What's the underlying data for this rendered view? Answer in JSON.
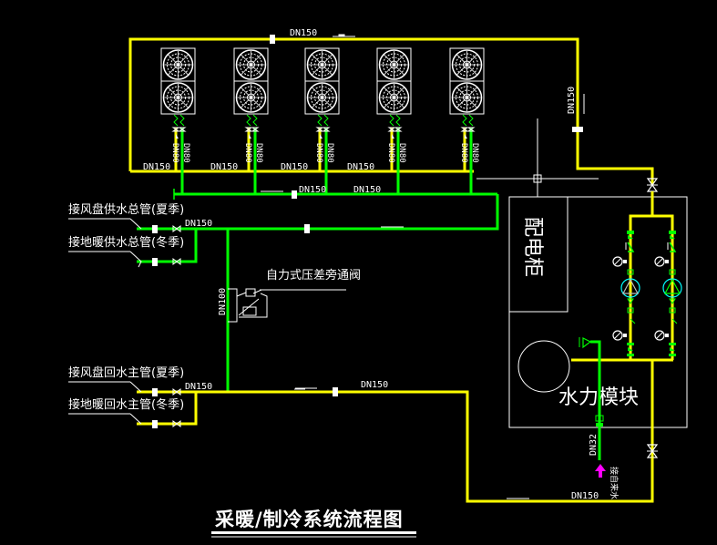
{
  "title": "采暖/制冷系统流程图",
  "colors": {
    "supply": "#ffff00",
    "return": "#00ff00",
    "line": "#ffffff",
    "pump": "#00ffff",
    "makeup_arrow": "#ff00ff",
    "background": "#000000"
  },
  "labels": {
    "top_main": "DN150",
    "right_riser": "DN150",
    "unit_branch": "DN80",
    "header_segments": [
      "DN150",
      "DN150",
      "DN150",
      "DN150"
    ],
    "green_header": [
      "DN150",
      "DN150"
    ],
    "supply_main": "DN150",
    "bypass_riser": "DN100",
    "return_main_left": "DN150",
    "return_main_mid": "DN150",
    "bottom_main": "DN150",
    "makeup_pipe": "DN32"
  },
  "annotations": {
    "fcu_supply": "接风盘供水总管(夏季)",
    "floor_supply": "接地暖供水总管(冬季)",
    "bypass_valve": "自力式压差旁通阀",
    "fcu_return": "接风盘回水主管(夏季)",
    "floor_return": "接地暖回水主管(冬季)",
    "distribution_cabinet": "配电柜",
    "hydraulic_module": "水力模块",
    "makeup_water": "接自来水"
  },
  "outdoor_units": [
    {
      "id": 1,
      "fans": 2
    },
    {
      "id": 2,
      "fans": 2
    },
    {
      "id": 3,
      "fans": 2
    },
    {
      "id": 4,
      "fans": 2
    },
    {
      "id": 5,
      "fans": 2
    }
  ],
  "pumps": [
    {
      "id": 1
    },
    {
      "id": 2
    }
  ]
}
